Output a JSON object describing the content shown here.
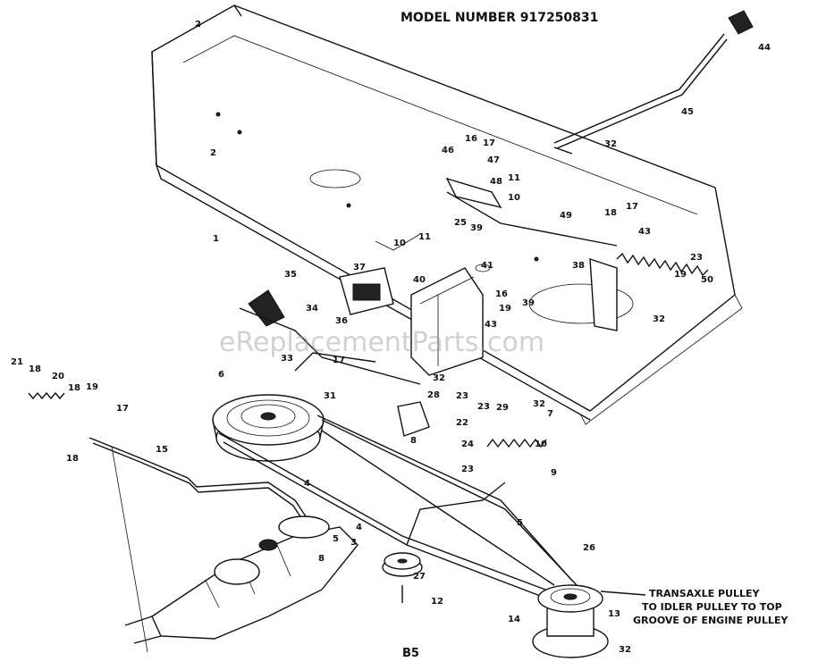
{
  "header": {
    "model_number": "MODEL NUMBER 917250831"
  },
  "watermark": "eReplacementParts.com",
  "footer": {
    "page_code": "B5"
  },
  "note": {
    "line1": "TRANSAXLE PULLEY",
    "line2": "TO IDLER PULLEY TO TOP",
    "line3": "GROOVE OF ENGINE PULLEY"
  },
  "callouts": [
    {
      "label": "2"
    },
    {
      "label": "2"
    },
    {
      "label": "1"
    },
    {
      "label": "44"
    },
    {
      "label": "45"
    },
    {
      "label": "32"
    },
    {
      "label": "46"
    },
    {
      "label": "16"
    },
    {
      "label": "17"
    },
    {
      "label": "47"
    },
    {
      "label": "48"
    },
    {
      "label": "11"
    },
    {
      "label": "10"
    },
    {
      "label": "49"
    },
    {
      "label": "18"
    },
    {
      "label": "17"
    },
    {
      "label": "43"
    },
    {
      "label": "23"
    },
    {
      "label": "19"
    },
    {
      "label": "50"
    },
    {
      "label": "38"
    },
    {
      "label": "32"
    },
    {
      "label": "25"
    },
    {
      "label": "39"
    },
    {
      "label": "10"
    },
    {
      "label": "11"
    },
    {
      "label": "37"
    },
    {
      "label": "40"
    },
    {
      "label": "41"
    },
    {
      "label": "35"
    },
    {
      "label": "36"
    },
    {
      "label": "16"
    },
    {
      "label": "19"
    },
    {
      "label": "39"
    },
    {
      "label": "34"
    },
    {
      "label": "43"
    },
    {
      "label": "17"
    },
    {
      "label": "33"
    },
    {
      "label": "31"
    },
    {
      "label": "28"
    },
    {
      "label": "23"
    },
    {
      "label": "23"
    },
    {
      "label": "32"
    },
    {
      "label": "32"
    },
    {
      "label": "22"
    },
    {
      "label": "29"
    },
    {
      "label": "7"
    },
    {
      "label": "8"
    },
    {
      "label": "24"
    },
    {
      "label": "23"
    },
    {
      "label": "10"
    },
    {
      "label": "9"
    },
    {
      "label": "21"
    },
    {
      "label": "18"
    },
    {
      "label": "20"
    },
    {
      "label": "18"
    },
    {
      "label": "19"
    },
    {
      "label": "17"
    },
    {
      "label": "18"
    },
    {
      "label": "15"
    },
    {
      "label": "6"
    },
    {
      "label": "4"
    },
    {
      "label": "4"
    },
    {
      "label": "5"
    },
    {
      "label": "3"
    },
    {
      "label": "8"
    },
    {
      "label": "5"
    },
    {
      "label": "26"
    },
    {
      "label": "27"
    },
    {
      "label": "12"
    },
    {
      "label": "14"
    },
    {
      "label": "13"
    },
    {
      "label": "32"
    }
  ]
}
